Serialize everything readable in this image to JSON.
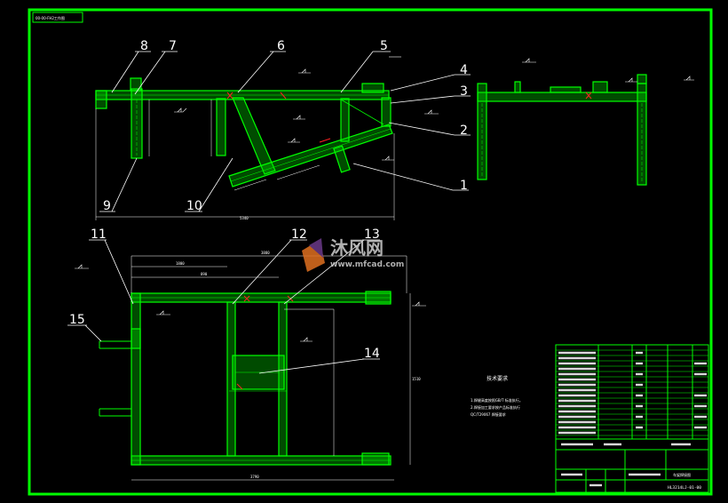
{
  "sheet": {
    "code_box": "00-00-FH2工作图",
    "drawing_number": "HL3214LJ-01-00",
    "title_cell": "车架焊接图"
  },
  "balloons": {
    "b1": "1",
    "b2": "2",
    "b3": "3",
    "b4": "4",
    "b5": "5",
    "b6": "6",
    "b7": "7",
    "b8": "8",
    "b9": "9",
    "b10": "10",
    "b11": "11",
    "b12": "12",
    "b13": "13",
    "b14": "14",
    "b15": "15"
  },
  "dimensions": {
    "front_overall": "5340",
    "top_main": "3880",
    "top_span1": "1800",
    "top_span2": "890",
    "top_overall": "3790",
    "top_height": "1510"
  },
  "tech": {
    "heading": "技术要求",
    "lines": [
      "1.焊缝高度按照GB/T 标准执行。",
      "2.焊接加工要求按产品标准执行",
      "QC/T29067 焊接要求"
    ]
  },
  "watermark": {
    "brand": "沐风网",
    "url": "www.mfcad.com"
  },
  "colors": {
    "frame": "#00ff00",
    "member_fill": "#00d600",
    "callout": "#ffffff",
    "dimension": "#ffffff",
    "background": "#000000"
  }
}
